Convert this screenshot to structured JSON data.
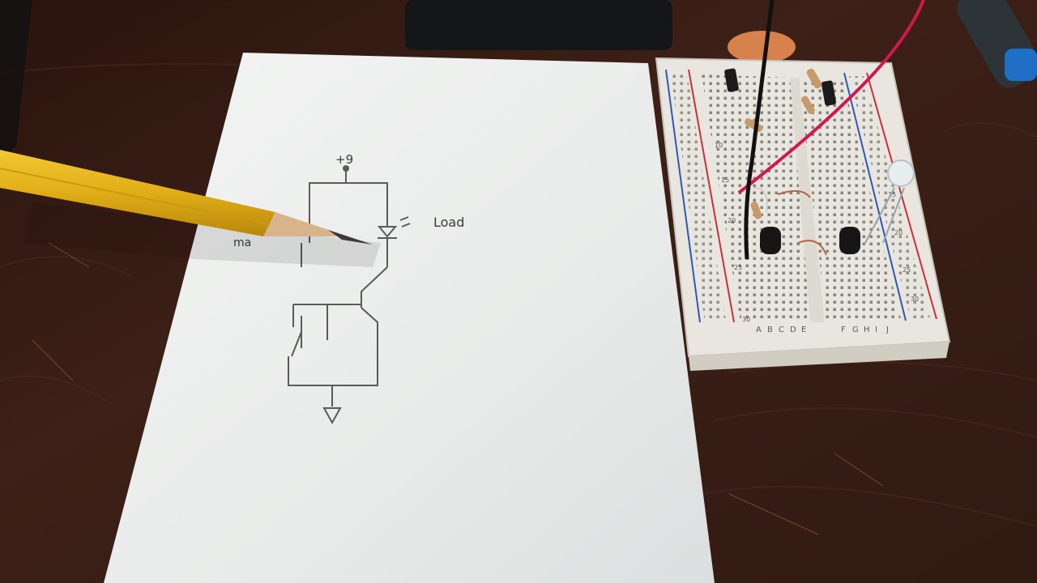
{
  "photo": {
    "description_colors": {
      "table": "#3b1f17",
      "paper": "#eef0ee",
      "pencil": "#e8b81a",
      "breadboard": "#e9e6df",
      "wire_red": "#d0184f",
      "wire_black": "#111111"
    }
  },
  "sketch": {
    "supply_label": "+9",
    "load_label": "Load",
    "pointer_text": "ma"
  },
  "breadboard": {
    "row_numbers": [
      "10",
      "15",
      "20",
      "25",
      "30"
    ],
    "right_row_numbers": [
      "15",
      "20",
      "25",
      "30"
    ],
    "column_letters_left": [
      "A",
      "B",
      "C",
      "D",
      "E"
    ],
    "column_letters_right": [
      "F",
      "G",
      "H",
      "I",
      "J"
    ]
  }
}
